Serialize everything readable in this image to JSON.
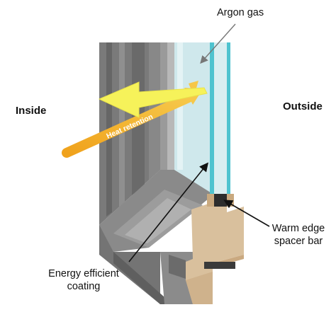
{
  "labels": {
    "argon": "Argon gas",
    "inside": "Inside",
    "outside": "Outside",
    "heat": "Heat retention",
    "spacer_1": "Warm edge",
    "spacer_2": "spacer bar",
    "coating_1": "Energy efficient",
    "coating_2": "coating"
  },
  "colors": {
    "frame_dark": "#6d6d6d",
    "frame_mid": "#8c8c8c",
    "frame_light": "#a9a9a9",
    "wood": "#d8bf9e",
    "glass_tint": "#cfe8ec",
    "glass_edge": "#4fc3cf",
    "arrow_yellow": "#f6f25a",
    "arrow_orange": "#f0a21c"
  },
  "icons": [
    "heat-retention-arrow",
    "reflected-heat-arrow",
    "pointer-arrow"
  ]
}
